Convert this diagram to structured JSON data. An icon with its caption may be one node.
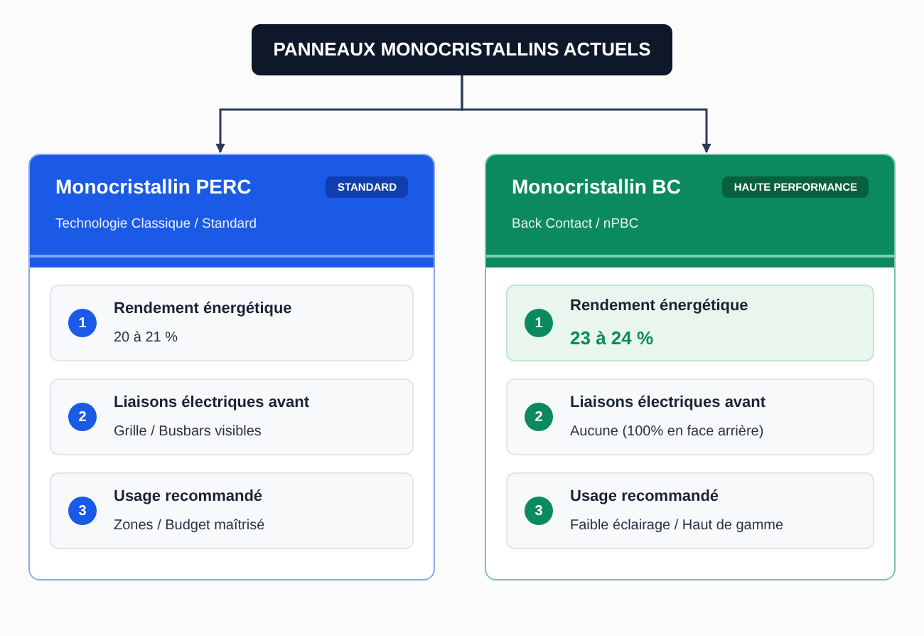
{
  "diagram": {
    "nodes": [
      {
        "text": [
          "PANNEAUX MONOCRISTALLINS ACTUELS"
        ]
      },
      {
        "text": [
          "Monocristallin PERC",
          "STANDARD",
          "Technologie Classique / Standard"
        ]
      },
      {
        "text": [
          "1",
          "Rendement énergétique",
          "20 à 21 %"
        ],
        "in": 1
      },
      {
        "text": [
          "2",
          "Liaisons électriques avant",
          "Grille / Busbars visibles"
        ],
        "in": 1
      },
      {
        "text": [
          "3",
          "Usage recommandé",
          "Zones / Budget maîtrisé"
        ],
        "in": 1
      },
      {
        "text": [
          "Monocristallin BC",
          "HAUTE PERFORMANCE",
          "Back Contact / nPBC"
        ]
      },
      {
        "text": [
          "1",
          "Rendement énergétique",
          "23 à 24 %"
        ],
        "in": 5
      },
      {
        "text": [
          "2",
          "Liaisons électriques avant",
          "Aucune (100% en face arrière)"
        ],
        "in": 5
      },
      {
        "text": [
          "3",
          "Usage recommandé",
          "Faible éclairage / Haut de gamme"
        ],
        "in": 5
      }
    ],
    "edges": [
      {
        "from": 0,
        "to": 1,
        "arrow": "to"
      },
      {
        "from": 0,
        "to": 5,
        "arrow": "to"
      }
    ]
  }
}
